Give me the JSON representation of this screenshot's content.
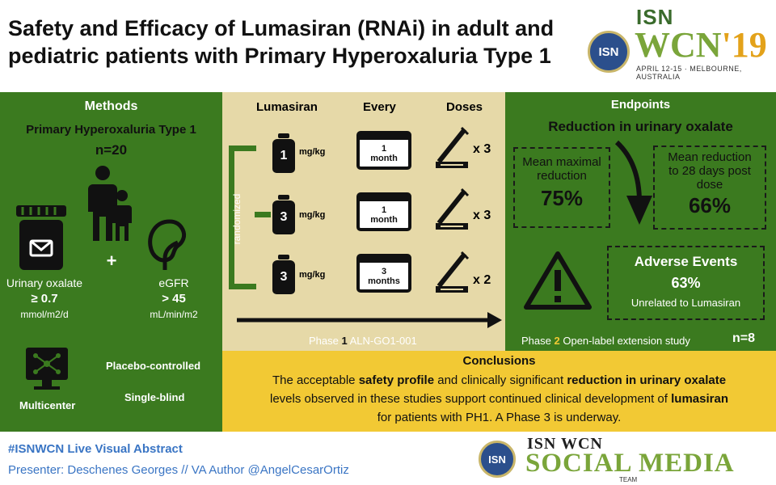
{
  "title": {
    "line1": "Safety and Efficacy of Lumasiran (RNAi) in adult and",
    "line2": "pediatric patients with Primary Hyperoxaluria Type 1"
  },
  "logo": {
    "badge": "ISN",
    "isn": "ISN",
    "wcn": "WCN",
    "year": "'19",
    "date": "APRIL 12-15 · MELBOURNE, AUSTRALIA"
  },
  "methods": {
    "heading": "Methods",
    "disease": "Primary Hyperoxaluria Type 1",
    "n": "n=20",
    "plus": "+",
    "oxalate_label": "Urinary oxalate",
    "oxalate_value": "≥ 0.7",
    "oxalate_unit": "mmol/m2/d",
    "egfr_label": "eGFR",
    "egfr_value": "> 45",
    "egfr_unit": "mL/min/m2",
    "placebo": "Placebo-controlled",
    "single_blind": "Single-blind",
    "multicenter": "Multicenter"
  },
  "dosing": {
    "col_drug": "Lumasiran",
    "col_every": "Every",
    "col_doses": "Doses",
    "randomized": "randomized",
    "rows": [
      {
        "dose": "1",
        "unit": "mg/kg",
        "interval_num": "1",
        "interval_unit": "month",
        "count": "x 3"
      },
      {
        "dose": "3",
        "unit": "mg/kg",
        "interval_num": "1",
        "interval_unit": "month",
        "count": "x 3"
      },
      {
        "dose": "3",
        "unit": "mg/kg",
        "interval_num": "3",
        "interval_unit": "months",
        "count": "x 2"
      }
    ],
    "phase_label": "Phase",
    "phase_num": "1",
    "phase_study": "ALN-GO1-001"
  },
  "endpoints": {
    "heading": "Endpoints",
    "subheading": "Reduction in urinary oxalate",
    "box1_line1": "Mean maximal",
    "box1_line2": "reduction",
    "box1_value": "75%",
    "box2_line1": "Mean reduction",
    "box2_line2": "to 28 days post",
    "box2_line3": "dose",
    "box2_value": "66%",
    "ae_title": "Adverse Events",
    "ae_value": "63%",
    "ae_note": "Unrelated to Lumasiran",
    "phase_label": "Phase",
    "phase_num": "2",
    "phase_study": "Open-label extension study",
    "n": "n=8"
  },
  "conclusions": {
    "heading": "Conclusions",
    "p1": "The acceptable ",
    "b1": "safety profile",
    "p2": " and clinically significant ",
    "b2": "reduction in urinary oxalate",
    "p3": "levels observed in these studies support continued clinical development of ",
    "b3": "lumasiran",
    "p4": "for patients with PH1. A Phase 3 is underway."
  },
  "footer": {
    "hashtag": "#ISNWCN Live Visual Abstract",
    "presenter": "Presenter: Deschenes Georges // VA Author @AngelCesarOrtiz",
    "badge": "ISN",
    "social_top": "ISN WCN",
    "social_main": "SOCIAL MEDIA",
    "social_team": "TEAM"
  },
  "colors": {
    "green": "#3b7a1f",
    "tan": "#e6d9a8",
    "yellow": "#f2c934",
    "blue_text": "#3a75c4"
  },
  "icons": [
    "urine-cup-icon",
    "family-icon",
    "kidney-icon",
    "computer-network-icon",
    "bottle-icon",
    "calendar-icon",
    "syringe-icon",
    "down-arrow-icon",
    "warning-icon",
    "right-arrow-icon"
  ]
}
